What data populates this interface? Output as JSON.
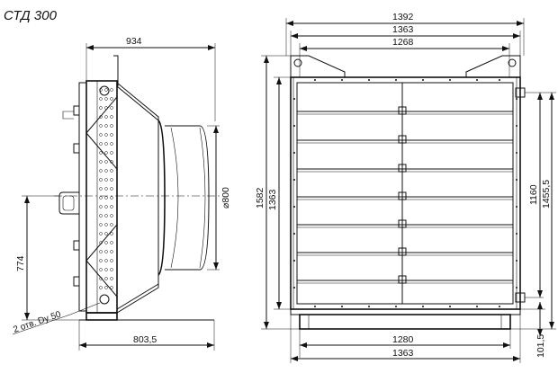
{
  "title": "СТД 300",
  "side_view": {
    "width_label": "934",
    "base_label": "803,5",
    "height_label": "774",
    "diameter_label": "⌀800",
    "connection_note": "2 отв. Dy 50"
  },
  "front_view": {
    "overall_width_label": "1392",
    "width_label": "1363",
    "inner_width_label": "1268",
    "overall_height_label": "1582",
    "height_label": "1363",
    "right_height_label": "1455,5",
    "inner_height_label": "1160",
    "base_inner_label": "1280",
    "base_outer_label": "1363",
    "base_height_label": "101,5"
  }
}
